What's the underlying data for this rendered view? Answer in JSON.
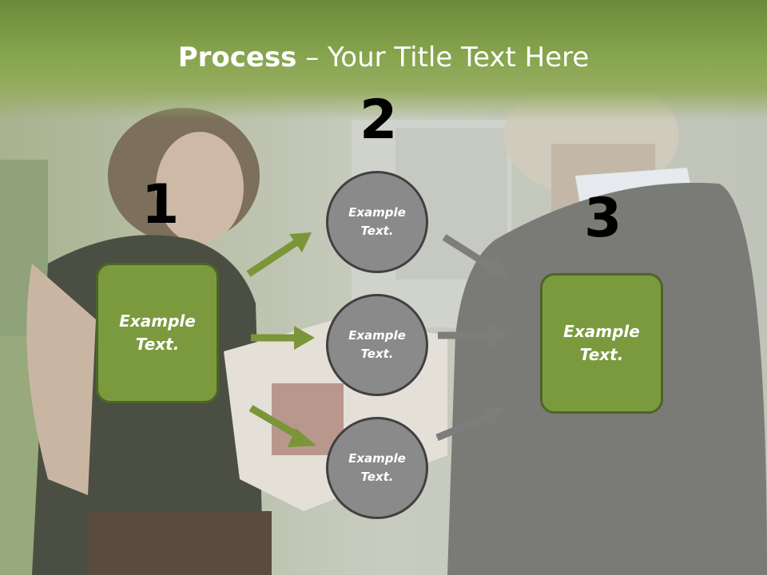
{
  "slide": {
    "title_bold": "Process",
    "title_rest": " – Your Title Text Here",
    "steps": [
      {
        "number": "1",
        "text": "Example Text."
      },
      {
        "number": "2",
        "text": "Example Text."
      },
      {
        "number": "3",
        "text": "Example Text."
      }
    ],
    "circles": [
      "Example Text.",
      "Example Text.",
      "Example Text."
    ]
  },
  "colors": {
    "green_box": "#7b9a3e",
    "green_arrow": "#7a9638",
    "gray_circle": "#8a8a8a",
    "gray_arrow": "#7d7d7d"
  }
}
